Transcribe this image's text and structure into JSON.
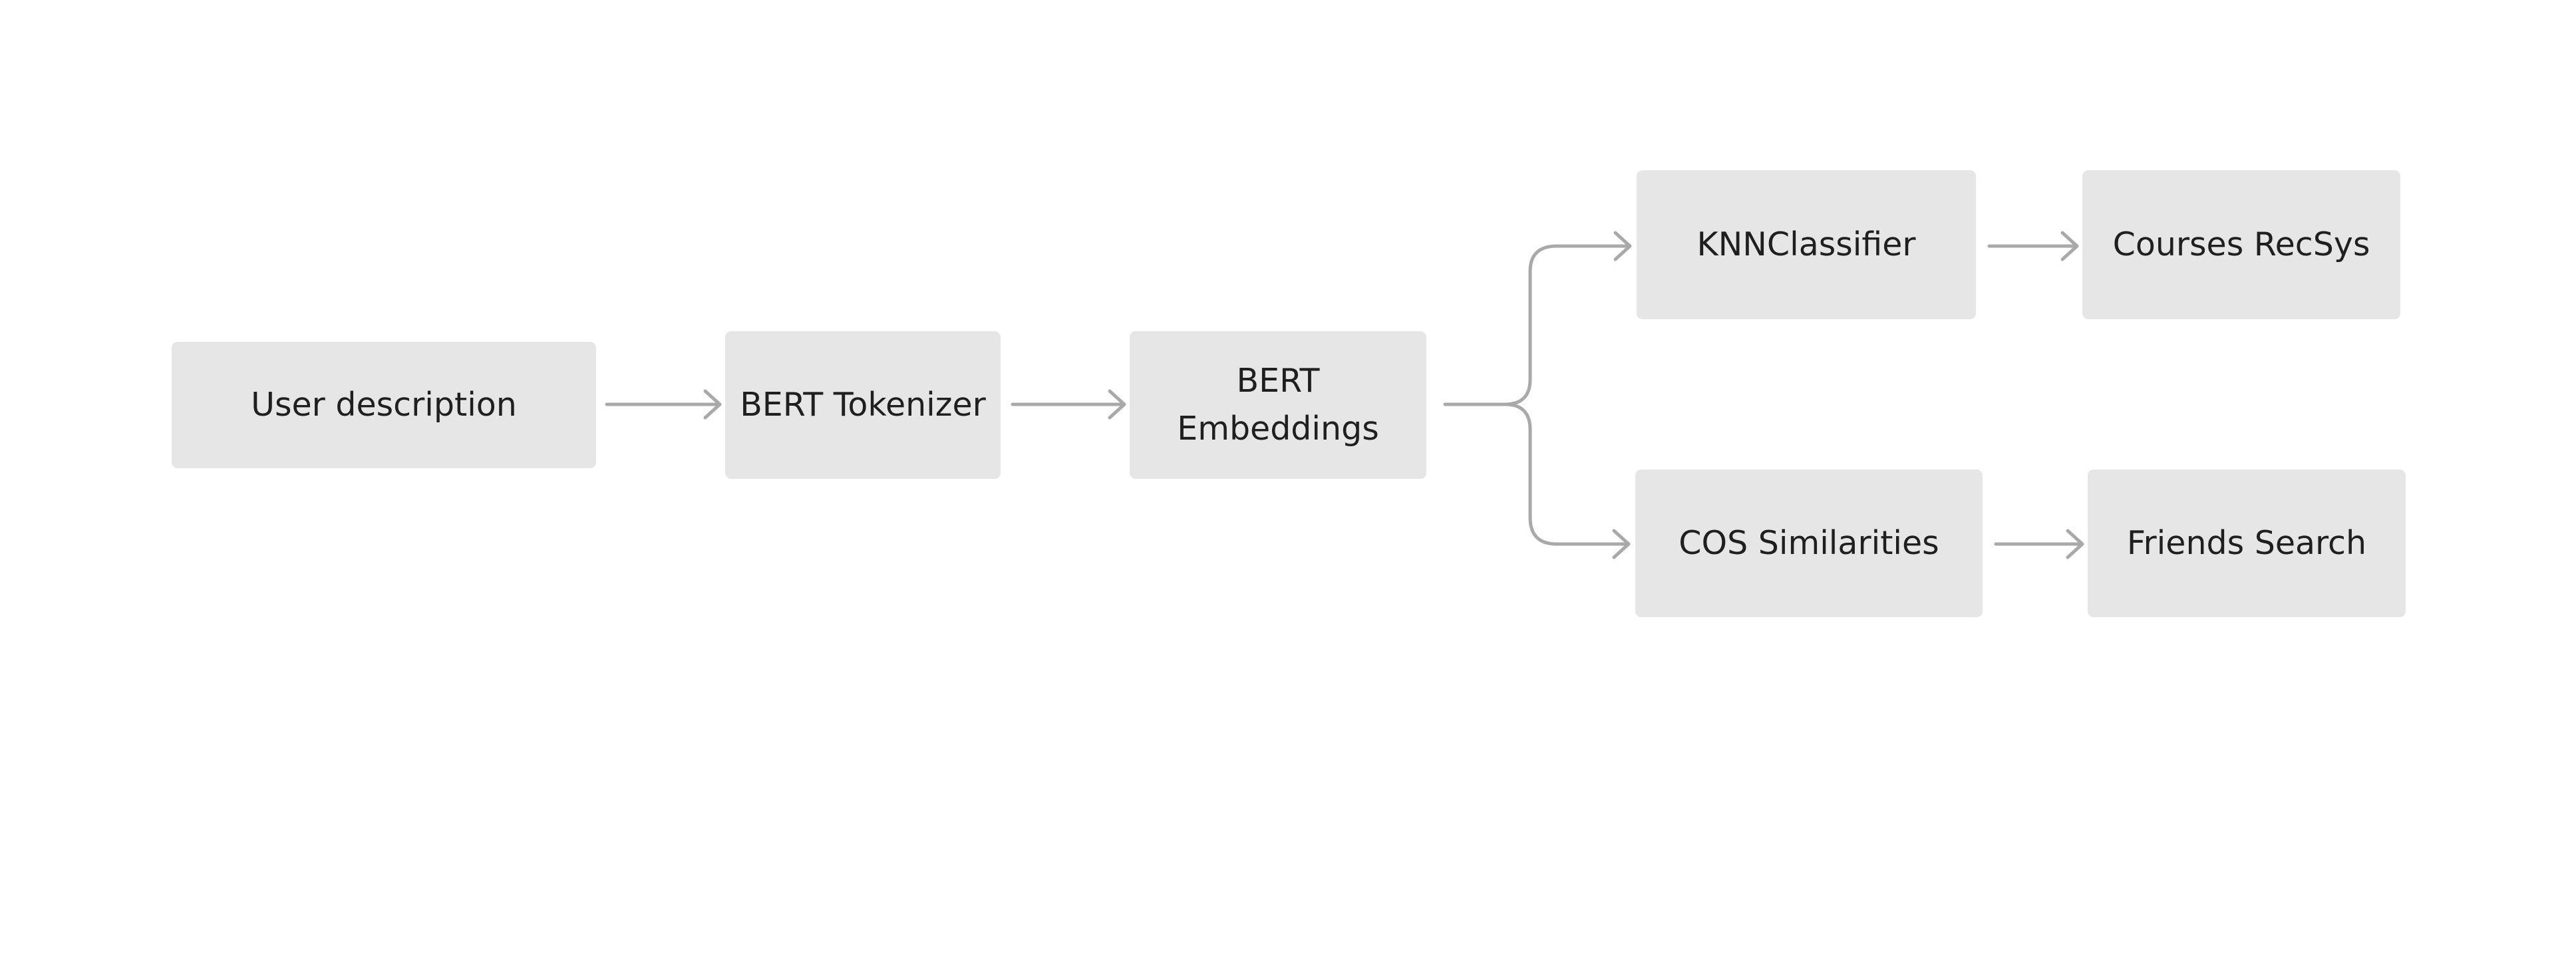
{
  "diagram": {
    "nodes": [
      {
        "id": "user-description",
        "label": "User description"
      },
      {
        "id": "bert-tokenizer",
        "label": "BERT Tokenizer"
      },
      {
        "id": "bert-embeddings",
        "label_line1": "BERT",
        "label_line2": "Embeddings"
      },
      {
        "id": "knn-classifier",
        "label": "KNNClassifier"
      },
      {
        "id": "courses-recsys",
        "label": "Courses RecSys"
      },
      {
        "id": "cos-similarities",
        "label": "COS Similarities"
      },
      {
        "id": "friends-search",
        "label": "Friends Search"
      }
    ],
    "edges": [
      {
        "from": "user-description",
        "to": "bert-tokenizer"
      },
      {
        "from": "bert-tokenizer",
        "to": "bert-embeddings"
      },
      {
        "from": "bert-embeddings",
        "to": "knn-classifier"
      },
      {
        "from": "bert-embeddings",
        "to": "cos-similarities"
      },
      {
        "from": "knn-classifier",
        "to": "courses-recsys"
      },
      {
        "from": "cos-similarities",
        "to": "friends-search"
      }
    ],
    "colors": {
      "node_fill": "#e6e6e6",
      "node_text": "#1f1f1f",
      "connector": "#a9a9a9",
      "background": "#ffffff"
    }
  }
}
